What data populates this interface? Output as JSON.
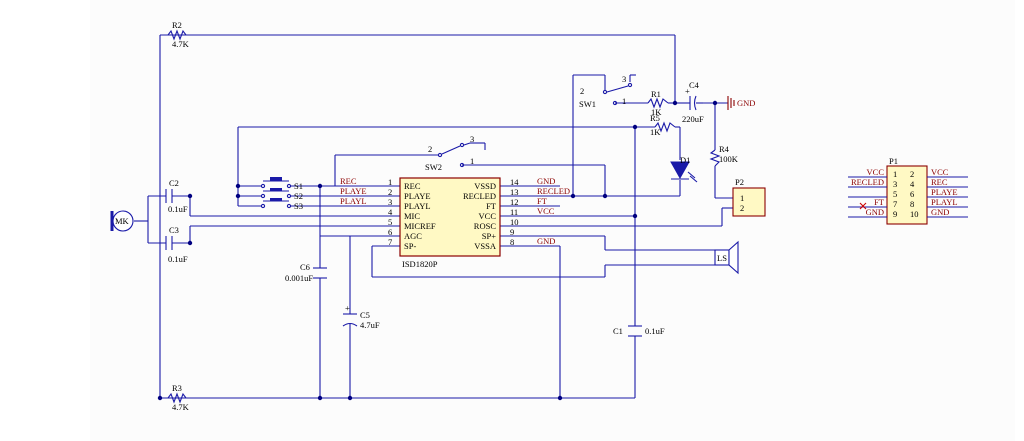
{
  "ic": {
    "name": "ISD1820P",
    "left_pins": [
      {
        "num": "1",
        "label": "REC",
        "net": "REC"
      },
      {
        "num": "2",
        "label": "PLAYE",
        "net": "PLAYE"
      },
      {
        "num": "3",
        "label": "PLAYL",
        "net": "PLAYL"
      },
      {
        "num": "4",
        "label": "MIC",
        "net": ""
      },
      {
        "num": "5",
        "label": "MICREF",
        "net": ""
      },
      {
        "num": "6",
        "label": "AGC",
        "net": ""
      },
      {
        "num": "7",
        "label": "SP-",
        "net": ""
      }
    ],
    "right_pins": [
      {
        "num": "14",
        "label": "VSSD",
        "net": "GND"
      },
      {
        "num": "13",
        "label": "RECLED",
        "net": "RECLED"
      },
      {
        "num": "12",
        "label": "FT",
        "net": "FT"
      },
      {
        "num": "11",
        "label": "VCC",
        "net": "VCC"
      },
      {
        "num": "10",
        "label": "ROSC",
        "net": ""
      },
      {
        "num": "9",
        "label": "SP+",
        "net": ""
      },
      {
        "num": "8",
        "label": "VSSA",
        "net": "GND"
      }
    ]
  },
  "components": {
    "r2": {
      "ref": "R2",
      "value": "4.7K"
    },
    "r3": {
      "ref": "R3",
      "value": "4.7K"
    },
    "r1": {
      "ref": "R1",
      "value": "1K"
    },
    "r5": {
      "ref": "R5",
      "value": "1K"
    },
    "r4": {
      "ref": "R4",
      "value": "100K"
    },
    "c2": {
      "ref": "C2",
      "value": "0.1uF"
    },
    "c3": {
      "ref": "C3",
      "value": "0.1uF"
    },
    "c6": {
      "ref": "C6",
      "value": "0.001uF"
    },
    "c5": {
      "ref": "C5",
      "value": "4.7uF"
    },
    "c1": {
      "ref": "C1",
      "value": "0.1uF"
    },
    "c4": {
      "ref": "C4",
      "value": "220uF"
    },
    "sw1": {
      "ref": "SW1",
      "pins": [
        "2",
        "1",
        "3"
      ]
    },
    "sw2": {
      "ref": "SW2",
      "pins": [
        "2",
        "1",
        "3"
      ]
    },
    "d1": {
      "ref": "D1"
    },
    "s1": {
      "ref": "S1"
    },
    "s2": {
      "ref": "S2"
    },
    "s3": {
      "ref": "S3"
    },
    "mic": {
      "ref": "MK"
    },
    "speaker": {
      "ref": "LS"
    },
    "p2": {
      "ref": "P2",
      "pins": [
        "1",
        "2"
      ]
    },
    "gnd": {
      "label": "GND"
    }
  },
  "header_p1": {
    "ref": "P1",
    "rows": [
      {
        "left_net": "VCC",
        "left_pin": "1",
        "right_pin": "2",
        "right_net": "VCC"
      },
      {
        "left_net": "RECLED",
        "left_pin": "3",
        "right_pin": "4",
        "right_net": "REC"
      },
      {
        "left_net": "",
        "left_pin": "5",
        "right_pin": "6",
        "right_net": "PLAYE"
      },
      {
        "left_net": "FT",
        "left_pin": "7",
        "right_pin": "8",
        "right_net": "PLAYL"
      },
      {
        "left_net": "GND",
        "left_pin": "9",
        "right_pin": "10",
        "right_net": "GND"
      }
    ]
  },
  "colors": {
    "wire": "#1a1aa8",
    "chip_fill": "#fff9c4",
    "chip_border": "#8b0000",
    "net_label": "#8b0000"
  }
}
